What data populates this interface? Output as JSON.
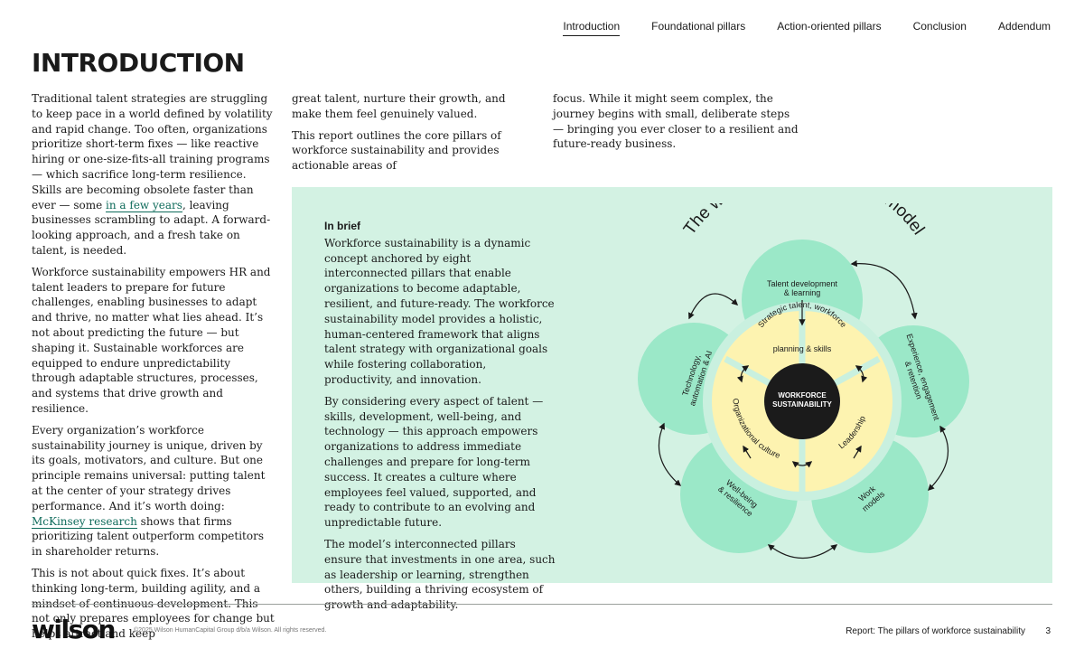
{
  "nav": [
    "Introduction",
    "Foundational pillars",
    "Action-oriented pillars",
    "Conclusion",
    "Addendum"
  ],
  "title": "INTRODUCTION",
  "col1": {
    "p1_a": "Traditional talent strategies are struggling to keep pace in a world defined by volatility and rapid change. Too often, organizations prioritize short-term fixes — like reactive hiring or one-size-fits-all training programs — which sacrifice long-term resilience. Skills are becoming obsolete faster than ever — some ",
    "p1_link": "in a few years",
    "p1_b": ", leaving businesses scrambling to adapt. A forward-looking approach, and a fresh take on talent, is needed.",
    "p2": "Workforce sustainability empowers HR and talent leaders to prepare for future challenges, enabling businesses to adapt and thrive, no matter what lies ahead. It’s not about predicting the future — but shaping it. Sustainable workforces are equipped to endure unpredictability through adaptable structures, processes, and systems that drive growth and resilience.",
    "p3_a": "Every organization’s workforce sustainability journey is unique, driven by its goals, motivators, and culture. But one principle remains universal: putting talent at the center of your strategy drives performance. And it’s worth doing: ",
    "p3_link": "McKinsey research",
    "p3_b": " shows that firms prioritizing talent outperform competitors in shareholder returns.",
    "p4": "This is not about quick fixes. It’s about thinking long-term, building agility, and a mindset of continuous development. This not only prepares employees for change but helps attract and keep"
  },
  "col2": {
    "p1": "great talent, nurture their growth, and make them feel genuinely valued.",
    "p2": "This report outlines the core pillars of workforce sustainability and provides actionable areas of"
  },
  "col3": {
    "p1": "focus. While it might seem complex, the journey begins with small, deliberate steps — bringing you ever closer to a resilient and future-ready business."
  },
  "brief": {
    "heading": "In brief",
    "p1": "Workforce sustainability is a dynamic concept anchored by eight interconnected pillars that enable organizations to become adaptable, resilient, and future-ready. The workforce sustainability model provides a holistic, human-centered framework that aligns talent strategy with organizational goals while fostering collaboration, productivity, and innovation.",
    "p2": "By considering every aspect of talent — skills, development, well-being, and technology — this approach empowers organizations to address immediate challenges and prepare for long-term success. It creates a culture where employees feel valued, supported, and ready to contribute to an evolving and unpredictable future.",
    "p3": "The model’s interconnected pillars ensure that investments in one area, such as leadership or learning, strengthen others, building a thriving ecosystem of growth and adaptability."
  },
  "model": {
    "title": "The workforce sustainability model",
    "center_line1": "WORKFORCE",
    "center_line2": "SUSTAINABILITY",
    "inner": {
      "strategic_line1": "Strategic talent, workforce",
      "strategic_line2": "planning & skills",
      "org_culture": "Organizational culture",
      "leadership": "Leadership"
    },
    "outer": {
      "talent_line1": "Talent development",
      "talent_line2": "& learning",
      "experience_line1": "Experience, engagement",
      "experience_line2": "& retention",
      "work_models_line1": "Work",
      "work_models_line2": "models",
      "wellbeing_line1": "Well-being",
      "wellbeing_line2": "& resilience",
      "tech_line1": "Technology,",
      "tech_line2": "automation & AI"
    },
    "colors": {
      "outer": "#9be8c8",
      "inner": "#fdf3b0",
      "center": "#1b1b1b",
      "ring": "#c9f0df"
    }
  },
  "footer": {
    "logo": "wilson",
    "copyright": "©2025 Wilson HumanCapital Group d/b/a Wilson. All rights reserved.",
    "report": "Report: The pillars of workforce sustainability",
    "page": "3"
  }
}
